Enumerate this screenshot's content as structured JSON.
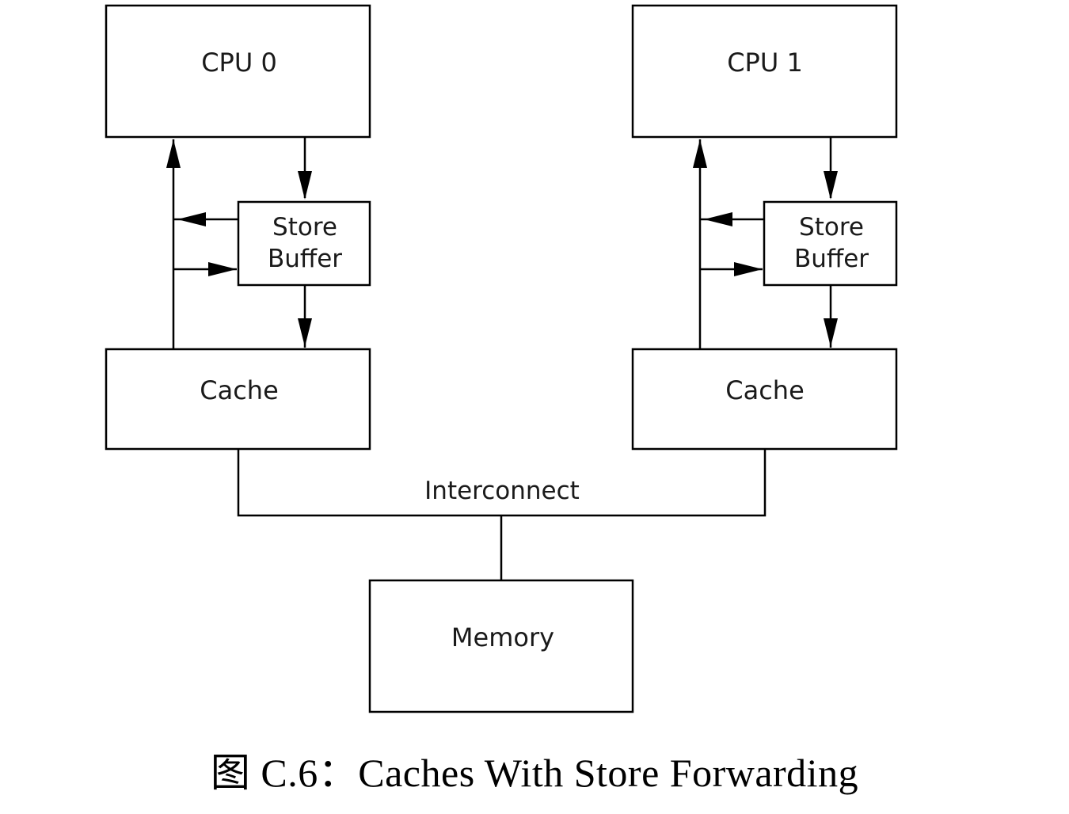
{
  "diagram": {
    "cpu0": {
      "label": "CPU 0"
    },
    "cpu1": {
      "label": "CPU 1"
    },
    "store_buffer0": {
      "line1": "Store",
      "line2": "Buffer"
    },
    "store_buffer1": {
      "line1": "Store",
      "line2": "Buffer"
    },
    "cache0": {
      "label": "Cache"
    },
    "cache1": {
      "label": "Cache"
    },
    "interconnect": {
      "label": "Interconnect"
    },
    "memory": {
      "label": "Memory"
    }
  },
  "caption": {
    "prefix": "图 C.6：",
    "text": "Caches With Store Forwarding"
  }
}
